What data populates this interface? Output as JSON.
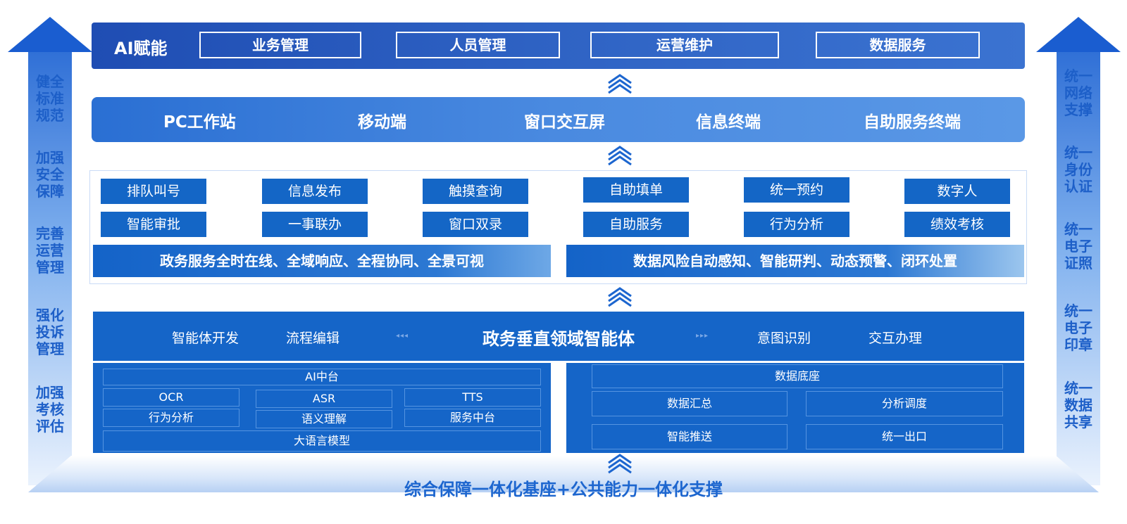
{
  "left_pillar": [
    "健全\n标准\n规范",
    "加强\n安全\n保障",
    "完善\n运营\n管理",
    "强化\n投诉\n管理",
    "加强\n考核\n评估"
  ],
  "right_pillar": [
    "统一\n网络\n支撑",
    "统一\n身份\n认证",
    "统一\n电子\n证照",
    "统一\n电子\n印章",
    "统一\n数据\n共享"
  ],
  "ai_layer": {
    "title": "AI赋能",
    "boxes": [
      "业务管理",
      "人员管理",
      "运营维护",
      "数据服务"
    ]
  },
  "terminal_layer": {
    "items": [
      "PC工作站",
      "移动端",
      "窗口交互屏",
      "信息终端",
      "自助服务终端"
    ]
  },
  "capability_layer": {
    "row1": [
      "排队叫号",
      "信息发布",
      "触摸查询",
      "自助填单",
      "统一预约",
      "数字人"
    ],
    "row2": [
      "智能审批",
      "一事联办",
      "窗口双录",
      "自助服务",
      "行为分析",
      "绩效考核"
    ],
    "banner_left": "政务服务全时在线、全域响应、全程协同、全景可视",
    "banner_right": "数据风险自动感知、智能研判、动态预警、闭环处置"
  },
  "agent_layer": {
    "left_items": [
      "智能体开发",
      "流程编辑"
    ],
    "center": "政务垂直领域智能体",
    "right_items": [
      "意图识别",
      "交互办理"
    ],
    "arrow_left": "◂◂◂",
    "arrow_right": "▸▸▸"
  },
  "ai_platform": {
    "title": "AI中台",
    "cells": [
      "OCR",
      "ASR",
      "TTS",
      "行为分析",
      "语义理解",
      "服务中台"
    ],
    "bottom": "大语言模型"
  },
  "data_platform": {
    "title": "数据底座",
    "cells": [
      "数据汇总",
      "分析调度",
      "智能推送",
      "统一出口"
    ]
  },
  "base": {
    "text": "综合保障一体化基座+公共能力一体化支撑"
  },
  "colors": {
    "primary": "#1565c8",
    "dark": "#1f4db3",
    "light": "#d9e7fa",
    "accent_text": "#1d66cf"
  }
}
